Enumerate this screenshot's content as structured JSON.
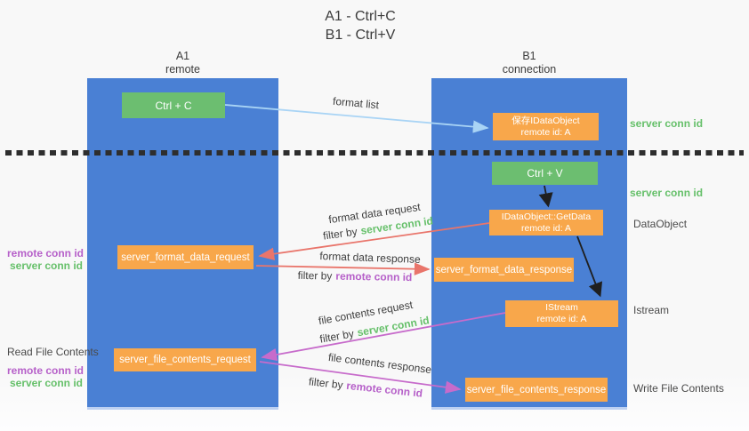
{
  "title": {
    "line1": "A1 - Ctrl+C",
    "line2": "B1 - Ctrl+V"
  },
  "columns": {
    "left": {
      "name": "A1",
      "role": "remote"
    },
    "right": {
      "name": "B1",
      "role": "connection"
    }
  },
  "nodes": {
    "ctrl_c": {
      "label": "Ctrl + C"
    },
    "ctrl_v": {
      "label": "Ctrl + V"
    },
    "save_dataobject": {
      "line1": "保存IDataObject",
      "line2": "remote id: A"
    },
    "getdata": {
      "line1": "IDataObject::GetData",
      "line2": "remote id: A"
    },
    "istream": {
      "line1": "IStream",
      "line2": "remote id: A"
    },
    "server_format_data_request": {
      "label": "server_format_data_request"
    },
    "server_format_data_response": {
      "label": "server_format_data_response"
    },
    "server_file_contents_request": {
      "label": "server_file_contents_request"
    },
    "server_file_contents_response": {
      "label": "server_file_contents_response"
    }
  },
  "arrow_labels": {
    "format_list": "format list",
    "format_data_request": "format data request",
    "format_data_response": "format data response",
    "file_contents_request": "file contents request",
    "file_contents_response": "file contents response",
    "filter_by": "filter by"
  },
  "annotations": {
    "server_conn_id": "server conn id",
    "remote_conn_id": "remote conn id",
    "dataobject": "DataObject",
    "istream": "Istream",
    "read_file_contents": "Read File Contents",
    "write_file_contents": "Write File Contents"
  },
  "colors": {
    "blue": "#4A80D4",
    "green": "#6CBE70",
    "orange": "#F8A74B",
    "arrow_blue": "#A9D4F5",
    "arrow_red": "#E9756B",
    "arrow_magenta": "#C76BCB",
    "green_text": "#66C06A",
    "purple_text": "#B660C9",
    "text_dark": "#3C3C3C",
    "text_gray": "#4A4A4A",
    "dash": "#2E2E2E",
    "bg": "#F8F8F8"
  }
}
